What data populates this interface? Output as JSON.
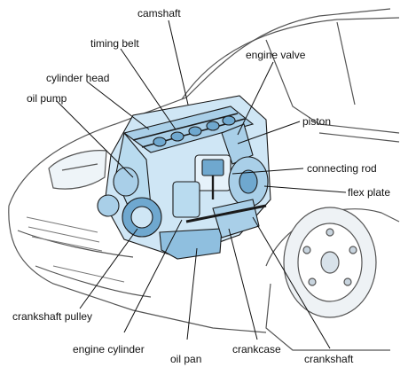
{
  "labels": {
    "camshaft": "camshaft",
    "timing_belt": "timing belt",
    "engine_valve": "engine valve",
    "cylinder_head": "cylinder head",
    "oil_pump": "oil pump",
    "piston": "piston",
    "connecting_rod": "connecting rod",
    "flex_plate": "flex plate",
    "crankshaft_pulley": "crankshaft pulley",
    "engine_cylinder": "engine cylinder",
    "oil_pan": "oil pan",
    "crankcase": "crankcase",
    "crankshaft": "crankshaft"
  },
  "colors": {
    "engine_fill": "#cfe6f5",
    "engine_dark": "#6fa8cf",
    "outline": "#1a1a1a",
    "car_line": "#555555"
  }
}
